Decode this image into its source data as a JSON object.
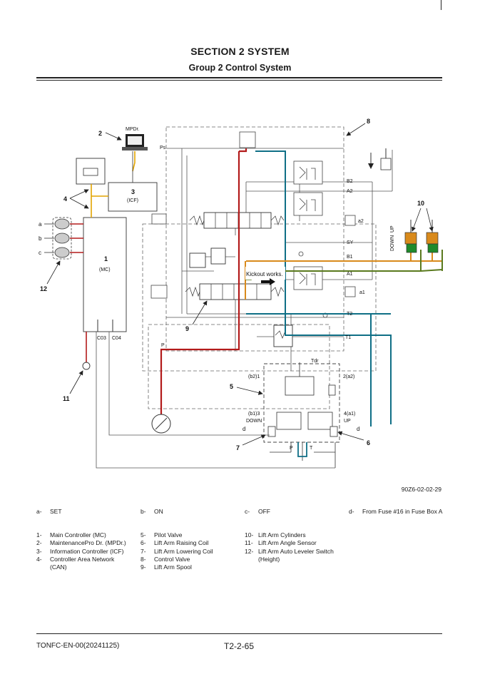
{
  "header": {
    "section_title": "SECTION 2 SYSTEM",
    "group_title": "Group 2 Control System"
  },
  "diagram": {
    "figure_id": "90Z6-02-02-29",
    "callouts": [
      "1",
      "2",
      "3",
      "4",
      "5",
      "6",
      "7",
      "8",
      "9",
      "10",
      "11",
      "12"
    ],
    "labels": {
      "mpdr": "MPDr.",
      "icf": "(ICF)",
      "mc": "(MC)",
      "c03": "C03",
      "c04": "C04",
      "ps": "Ps",
      "p": "P",
      "b2": "B2",
      "a2": "A2",
      "a2_port": "a2",
      "sy": "SY",
      "b1": "B1",
      "a1": "A1",
      "a1_port": "a1",
      "t2": "T2",
      "t1": "T1",
      "tdr": "Tdr",
      "b2_1": "(b2)1",
      "two_a2": "2(a2)",
      "b1_3": "(b1)3",
      "down": "DOWN",
      "four_a1": "4(a1)",
      "up": "UP",
      "up_vert": "UP",
      "down_vert": "DOWN",
      "d": "d",
      "pilot_p": "P",
      "pilot_t": "T",
      "kickout": "Kickout works.",
      "a": "a",
      "b": "b",
      "c": "c"
    }
  },
  "legend": {
    "states": [
      {
        "key": "a-",
        "text": "SET"
      },
      {
        "key": "b-",
        "text": "ON"
      },
      {
        "key": "c-",
        "text": "OFF"
      },
      {
        "key": "d-",
        "text": "From Fuse #16 in Fuse Box A"
      }
    ],
    "left_items": [
      {
        "num": "1-",
        "text": "Main Controller (MC)"
      },
      {
        "num": "2-",
        "text": "MaintenancePro Dr. (MPDr.)"
      },
      {
        "num": "3-",
        "text": "Information Controller (ICF)"
      },
      {
        "num": "4-",
        "text": "Controller Area Network"
      },
      {
        "num": "",
        "text": "(CAN)"
      }
    ],
    "mid_items": [
      {
        "num": "5-",
        "text": "Pilot Valve"
      },
      {
        "num": "6-",
        "text": "Lift Arm Raising Coil"
      },
      {
        "num": "7-",
        "text": "Lift Arm Lowering Coil"
      },
      {
        "num": "8-",
        "text": "Control Valve"
      },
      {
        "num": "9-",
        "text": "Lift Arm Spool"
      }
    ],
    "right_items": [
      {
        "num": "10-",
        "text": "Lift Arm Cylinders"
      },
      {
        "num": "11-",
        "text": "Lift Arm Angle Sensor"
      },
      {
        "num": "12-",
        "text": "Lift Arm Auto Leveler Switch"
      },
      {
        "num": "",
        "text": "(Height)"
      }
    ]
  },
  "footer": {
    "doc_code": "TONFC-EN-00(20241125)",
    "page": "T2-2-65"
  },
  "colors": {
    "pressure_red": "#b31b1b",
    "return_teal": "#0f6f86",
    "pilot_orange": "#d98a1c",
    "signal_olive": "#5a7a1e",
    "cylinder_green": "#1f8a2b",
    "can_yellow": "#e2a400"
  }
}
